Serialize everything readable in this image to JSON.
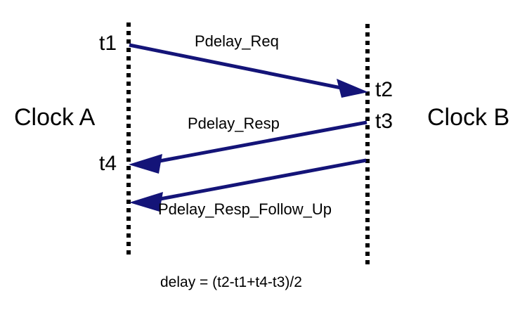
{
  "diagram": {
    "title_present": false,
    "colors": {
      "arrow": "#141478",
      "timeline": "#000000",
      "text": "#000000",
      "background": "#ffffff"
    },
    "clocks": [
      {
        "id": "clock-a",
        "label": "Clock A",
        "side": "left"
      },
      {
        "id": "clock-b",
        "label": "Clock B",
        "side": "right"
      }
    ],
    "timestamps": [
      {
        "id": "t1",
        "label": "t1",
        "side": "left"
      },
      {
        "id": "t2",
        "label": "t2",
        "side": "right"
      },
      {
        "id": "t3",
        "label": "t3",
        "side": "right"
      },
      {
        "id": "t4",
        "label": "t4",
        "side": "left"
      }
    ],
    "messages": [
      {
        "id": "pdelay-req",
        "label": "Pdelay_Req",
        "direction": "left-to-right",
        "from": "t1",
        "to": "t2"
      },
      {
        "id": "pdelay-resp",
        "label": "Pdelay_Resp",
        "direction": "right-to-left",
        "from": "t3",
        "to": "t4"
      },
      {
        "id": "pdelay-resp-follow-up",
        "label": "Pdelay_Resp_Follow_Up",
        "direction": "right-to-left",
        "from": "t3",
        "to": "t4"
      }
    ],
    "formula": "delay = (t2-t1+t4-t3)/2"
  }
}
